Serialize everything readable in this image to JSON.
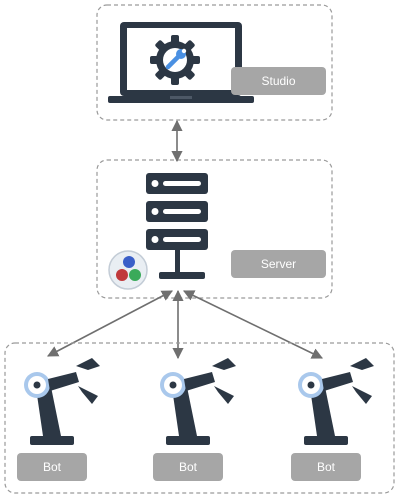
{
  "nodes": {
    "studio": {
      "label": "Studio",
      "icon": "laptop-gear-icon"
    },
    "server": {
      "label": "Server",
      "icon": "server-rack-icon"
    },
    "bots": [
      {
        "label": "Bot",
        "icon": "robot-arm-icon"
      },
      {
        "label": "Bot",
        "icon": "robot-arm-icon"
      },
      {
        "label": "Bot",
        "icon": "robot-arm-icon"
      }
    ]
  },
  "colors": {
    "dark": "#2c3744",
    "label_bg": "#a6a6a6",
    "border": "#9a9a9a",
    "arrow": "#6f6f6f",
    "accent_blue": "#4a90e2",
    "joint_ring": "#a9c8ec"
  }
}
